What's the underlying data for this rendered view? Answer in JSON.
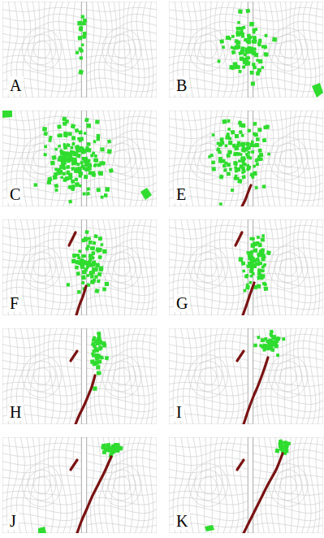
{
  "diagram": {
    "labels": [
      "A",
      "B",
      "C",
      "E",
      "F",
      "G",
      "H",
      "I",
      "J",
      "K"
    ]
  }
}
